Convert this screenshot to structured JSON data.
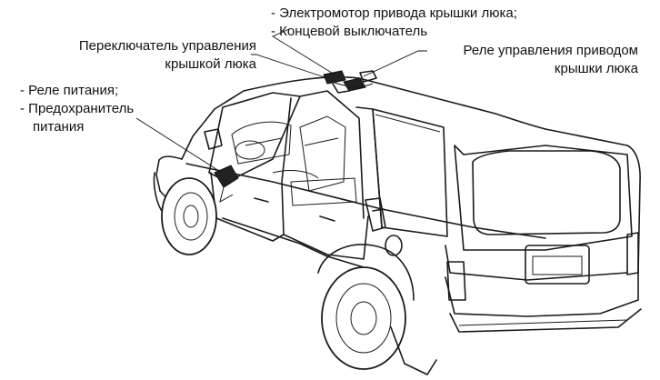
{
  "labels": {
    "motor_line1": "- Электромотор привода крышки  люка;",
    "motor_line2": "- Концевой выключатель",
    "switch_line1": "Переключатель управления",
    "switch_line2": "крышкой люка",
    "relay_drive_line1": "Реле управления приводом",
    "relay_drive_line2": "крышки  люка",
    "power_line1": "- Реле питания;",
    "power_line2": "- Предохранитель",
    "power_line3": "питания"
  }
}
